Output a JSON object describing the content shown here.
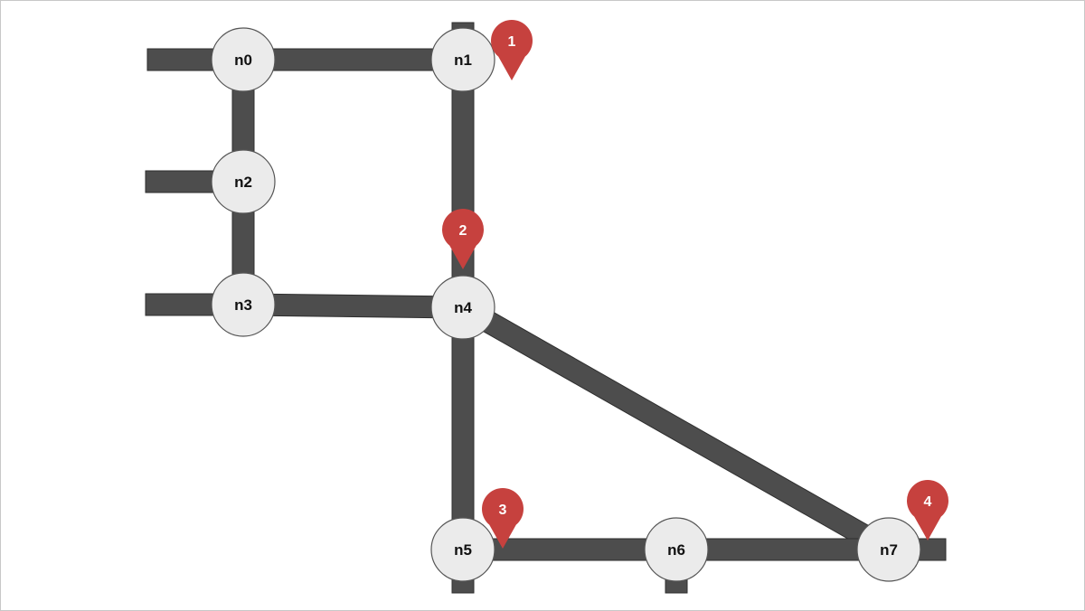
{
  "colors": {
    "road": "#4d4d4d",
    "road_outline": "#2e2e2e",
    "node_fill": "#ebebeb",
    "node_stroke": "#555555",
    "pin": "#c6413e",
    "pin_text": "#ffffff",
    "background": "#ffffff"
  },
  "nodes": [
    {
      "id": "n0",
      "label": "n0"
    },
    {
      "id": "n1",
      "label": "n1"
    },
    {
      "id": "n2",
      "label": "n2"
    },
    {
      "id": "n3",
      "label": "n3"
    },
    {
      "id": "n4",
      "label": "n4"
    },
    {
      "id": "n5",
      "label": "n5"
    },
    {
      "id": "n6",
      "label": "n6"
    },
    {
      "id": "n7",
      "label": "n7"
    }
  ],
  "edges": [
    {
      "from": "n0",
      "to": "n1"
    },
    {
      "from": "n0",
      "to": "n2"
    },
    {
      "from": "n2",
      "to": "n3"
    },
    {
      "from": "n1",
      "to": "n4"
    },
    {
      "from": "n3",
      "to": "n4"
    },
    {
      "from": "n4",
      "to": "n5"
    },
    {
      "from": "n4",
      "to": "n7"
    },
    {
      "from": "n5",
      "to": "n6"
    },
    {
      "from": "n6",
      "to": "n7"
    }
  ],
  "markers": [
    {
      "label": "1",
      "node": "n1"
    },
    {
      "label": "2",
      "node": "n4"
    },
    {
      "label": "3",
      "node": "n5"
    },
    {
      "label": "4",
      "node": "n7"
    }
  ]
}
